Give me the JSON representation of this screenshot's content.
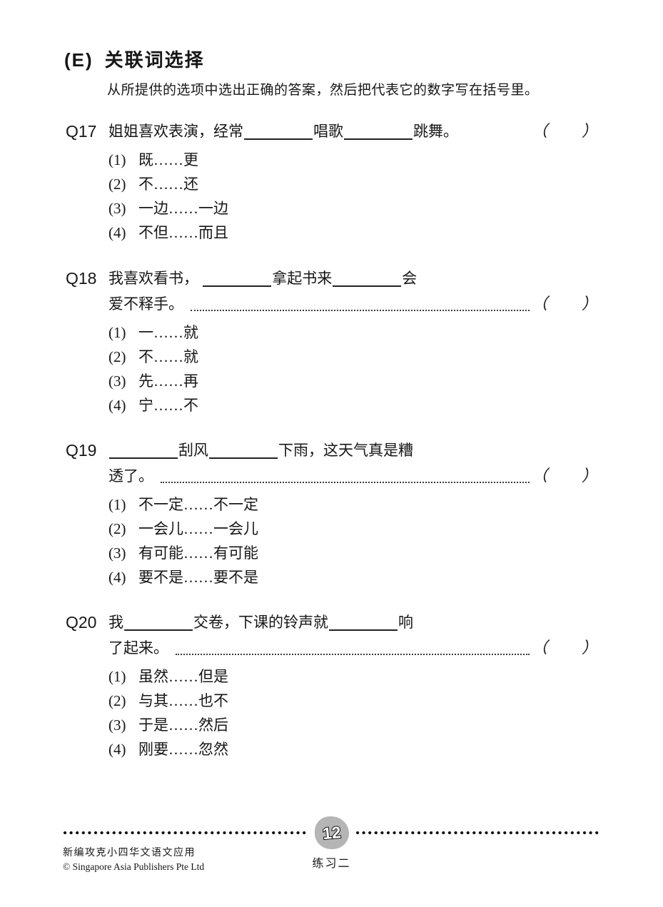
{
  "page": {
    "section_label": "(E)",
    "section_title": "关联词选择",
    "instructions": "从所提供的选项中选出正确的答案，然后把代表它的数字写在括号里。",
    "answer_open": "（",
    "answer_close": "）"
  },
  "questions": [
    {
      "id": "Q17",
      "seg_a": "姐姐喜欢表演，经常",
      "seg_b": "唱歌",
      "seg_c": "跳舞。",
      "line2": "",
      "options": [
        {
          "num": "(1)",
          "text": "既……更"
        },
        {
          "num": "(2)",
          "text": "不……还"
        },
        {
          "num": "(3)",
          "text": "一边……一边"
        },
        {
          "num": "(4)",
          "text": "不但……而且"
        }
      ]
    },
    {
      "id": "Q18",
      "seg_a": "我喜欢看书， ",
      "seg_b": "拿起书来",
      "seg_c": "会",
      "line2": "爱不释手。",
      "options": [
        {
          "num": "(1)",
          "text": "一……就"
        },
        {
          "num": "(2)",
          "text": "不……就"
        },
        {
          "num": "(3)",
          "text": "先……再"
        },
        {
          "num": "(4)",
          "text": "宁……不"
        }
      ]
    },
    {
      "id": "Q19",
      "seg_a": "",
      "seg_b": "刮风",
      "seg_c": "下雨，这天气真是糟",
      "line2": "透了。",
      "options": [
        {
          "num": "(1)",
          "text": "不一定……不一定"
        },
        {
          "num": "(2)",
          "text": "一会儿……一会儿"
        },
        {
          "num": "(3)",
          "text": "有可能……有可能"
        },
        {
          "num": "(4)",
          "text": "要不是……要不是"
        }
      ]
    },
    {
      "id": "Q20",
      "seg_a": "我",
      "seg_b": "交卷，下课的铃声就",
      "seg_c": "响",
      "line2": "了起来。",
      "options": [
        {
          "num": "(1)",
          "text": "虽然……但是"
        },
        {
          "num": "(2)",
          "text": "与其……也不"
        },
        {
          "num": "(3)",
          "text": "于是……然后"
        },
        {
          "num": "(4)",
          "text": "刚要……忽然"
        }
      ]
    }
  ],
  "footer": {
    "page_number": "12",
    "badge_color": "#b5b5b5",
    "exercise_label": "练习二",
    "book_title": "新编攻克小四华文语文应用",
    "copyright": "© Singapore Asia Publishers Pte Ltd"
  }
}
